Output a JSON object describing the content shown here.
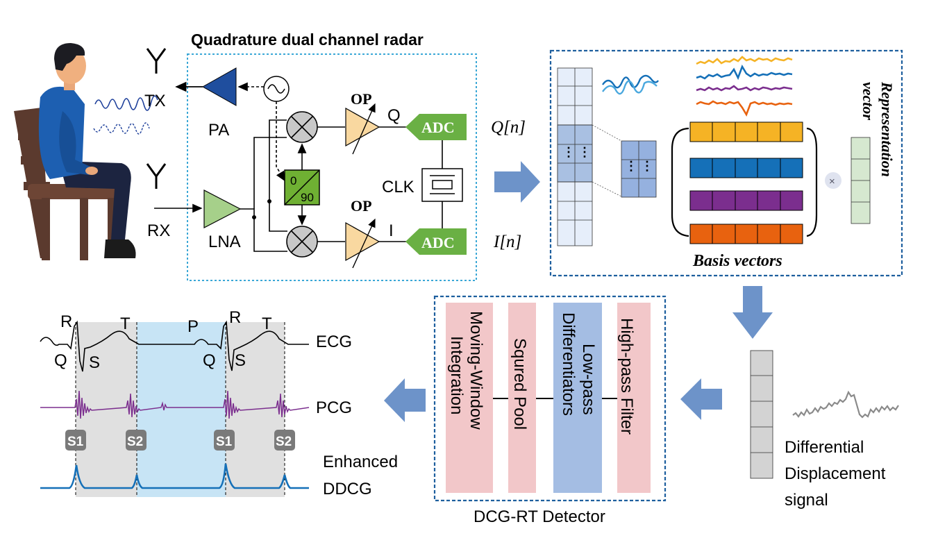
{
  "radar": {
    "title": "Quadrature dual channel radar",
    "tx": "TX",
    "rx": "RX",
    "pa": "PA",
    "lna": "LNA",
    "op_top": "OP",
    "op_bottom": "OP",
    "q_label": "Q",
    "i_label": "I",
    "adc_top": "ADC",
    "adc_bottom": "ADC",
    "clk": "CLK",
    "phase_top": "0",
    "phase_bottom": "90",
    "q_signal": "Q[n]",
    "i_signal": "I[n]"
  },
  "representation": {
    "basis_label": "Basis vectors",
    "vector_label_1": "Representation",
    "vector_label_2": "vector",
    "dots": "⋮ ⋮",
    "times": "×",
    "colors": [
      "#f5b325",
      "#1570b8",
      "#7b2e8e",
      "#e8620f"
    ]
  },
  "detector": {
    "title": "DCG-RT Detector",
    "stages": [
      {
        "line1": "High-pass Filter",
        "line2": "",
        "color": "#f2c7c9"
      },
      {
        "line1": "Low-pass",
        "line2": "Differentiators",
        "color": "#a4bde3"
      },
      {
        "line1": "Squred Pool",
        "line2": "",
        "color": "#f2c7c9"
      },
      {
        "line1": "Moving-Window",
        "line2": "Integration",
        "color": "#f2c7c9"
      }
    ]
  },
  "displacement": {
    "line1": "Differential",
    "line2": "Displacement",
    "line3": "signal"
  },
  "waveforms": {
    "ecg": "ECG",
    "pcg": "PCG",
    "ddcg_1": "Enhanced",
    "ddcg_2": "DDCG",
    "r1": "R",
    "q1": "Q",
    "s1w": "S",
    "t1": "T",
    "p": "P",
    "r2": "R",
    "q2": "Q",
    "s2w": "S",
    "t2": "T",
    "s1_a": "S1",
    "s2_a": "S2",
    "s1_b": "S1",
    "s2_b": "S2"
  }
}
